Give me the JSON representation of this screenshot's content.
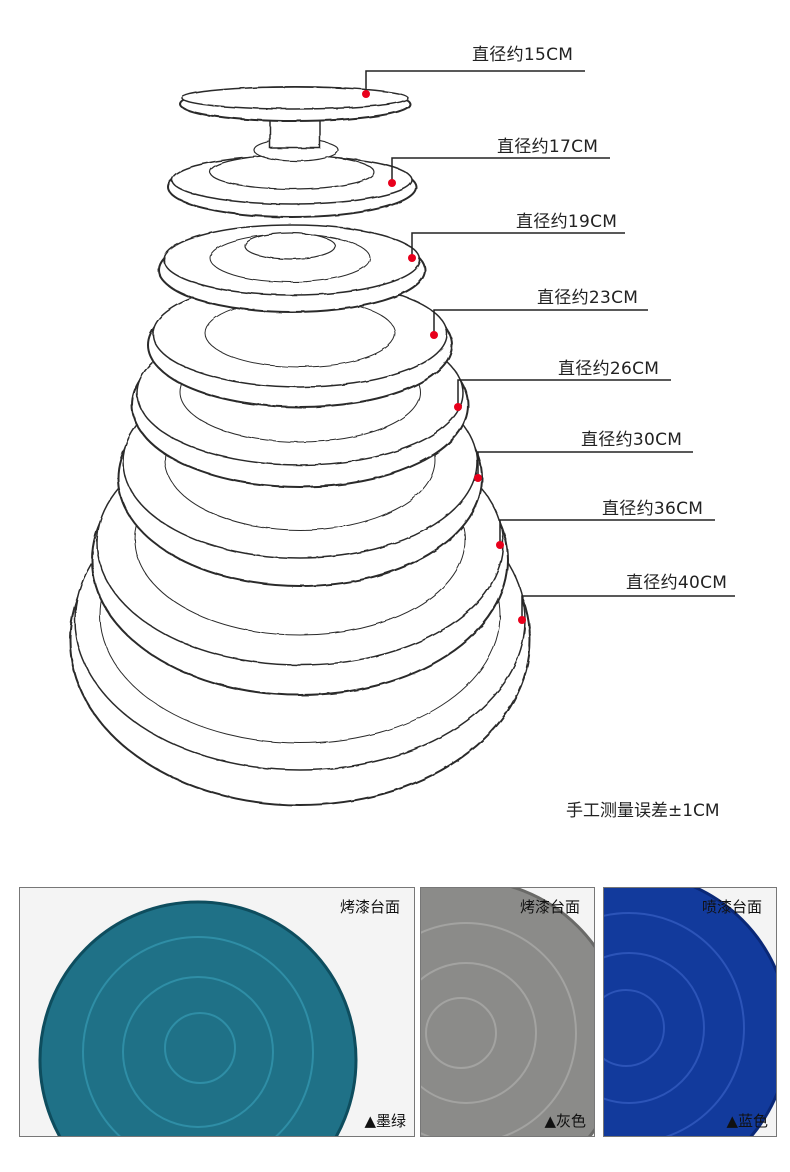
{
  "sizes": [
    {
      "label": "直径约15CM",
      "diameter_cm": 15
    },
    {
      "label": "直径约17CM",
      "diameter_cm": 17
    },
    {
      "label": "直径约19CM",
      "diameter_cm": 19
    },
    {
      "label": "直径约23CM",
      "diameter_cm": 23
    },
    {
      "label": "直径约26CM",
      "diameter_cm": 26
    },
    {
      "label": "直径约30CM",
      "diameter_cm": 30
    },
    {
      "label": "直径约36CM",
      "diameter_cm": 36
    },
    {
      "label": "直径约40CM",
      "diameter_cm": 40
    }
  ],
  "note": "手工测量误差±1CM",
  "marker_color": "#e8001c",
  "colors": [
    {
      "finish": "烤漆台面",
      "name": "▲墨绿",
      "hex": "#1f7187"
    },
    {
      "finish": "烤漆台面",
      "name": "▲灰色",
      "hex": "#8b8b89"
    },
    {
      "finish": "喷漆台面",
      "name": "▲蓝色",
      "hex": "#123a9c"
    }
  ]
}
